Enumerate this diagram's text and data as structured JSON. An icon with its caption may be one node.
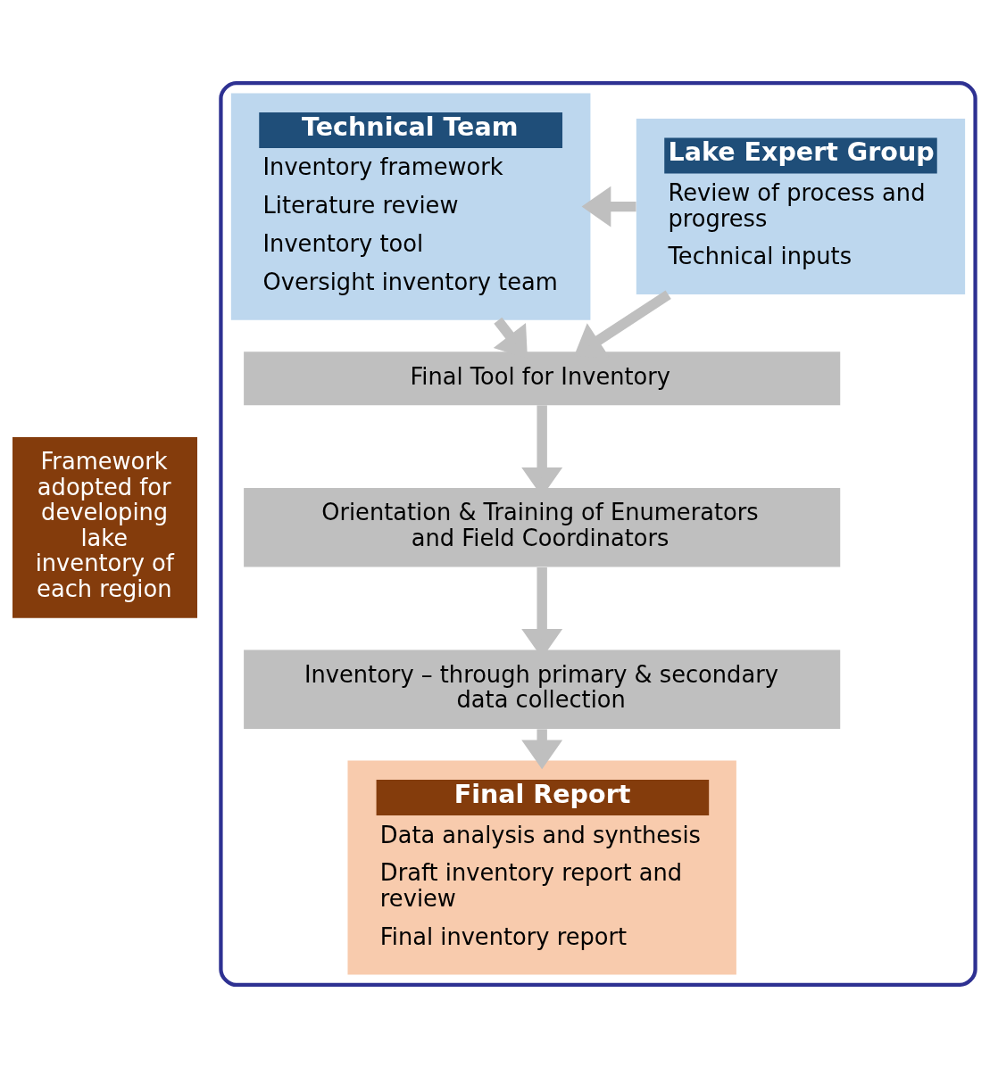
{
  "diagram": {
    "nodes": [
      {
        "text": [],
        "shape": "box"
      },
      {
        "text": [
          "Technical Team",
          "Inventory framework",
          "Literature review",
          "Inventory tool",
          "Oversight inventory team"
        ],
        "in": 0
      },
      {
        "text": [
          "Lake Expert Group",
          "Review of process and progress",
          "Technical inputs"
        ],
        "in": 0
      },
      {
        "text": [
          "Final Tool for Inventory"
        ],
        "in": 0
      },
      {
        "text": [
          "Orientation & Training of Enumerators and Field Coordinators"
        ],
        "in": 0
      },
      {
        "text": [
          "Inventory – through primary & secondary data collection"
        ],
        "in": 0
      },
      {
        "text": [
          "Final Report",
          "Data analysis and synthesis",
          "Draft inventory report and review",
          "Final inventory report"
        ],
        "in": 0
      },
      {
        "text": [
          "Framework adopted for developing lake inventory of each region"
        ]
      }
    ],
    "edges": [
      {
        "from": 2,
        "to": 1,
        "arrow": "to"
      },
      {
        "from": 1,
        "to": 3,
        "arrow": "to"
      },
      {
        "from": 2,
        "to": 3,
        "arrow": "to"
      },
      {
        "from": 3,
        "to": 4,
        "arrow": "to"
      },
      {
        "from": 4,
        "to": 5,
        "arrow": "to"
      },
      {
        "from": 5,
        "to": 6,
        "arrow": "to"
      }
    ]
  }
}
